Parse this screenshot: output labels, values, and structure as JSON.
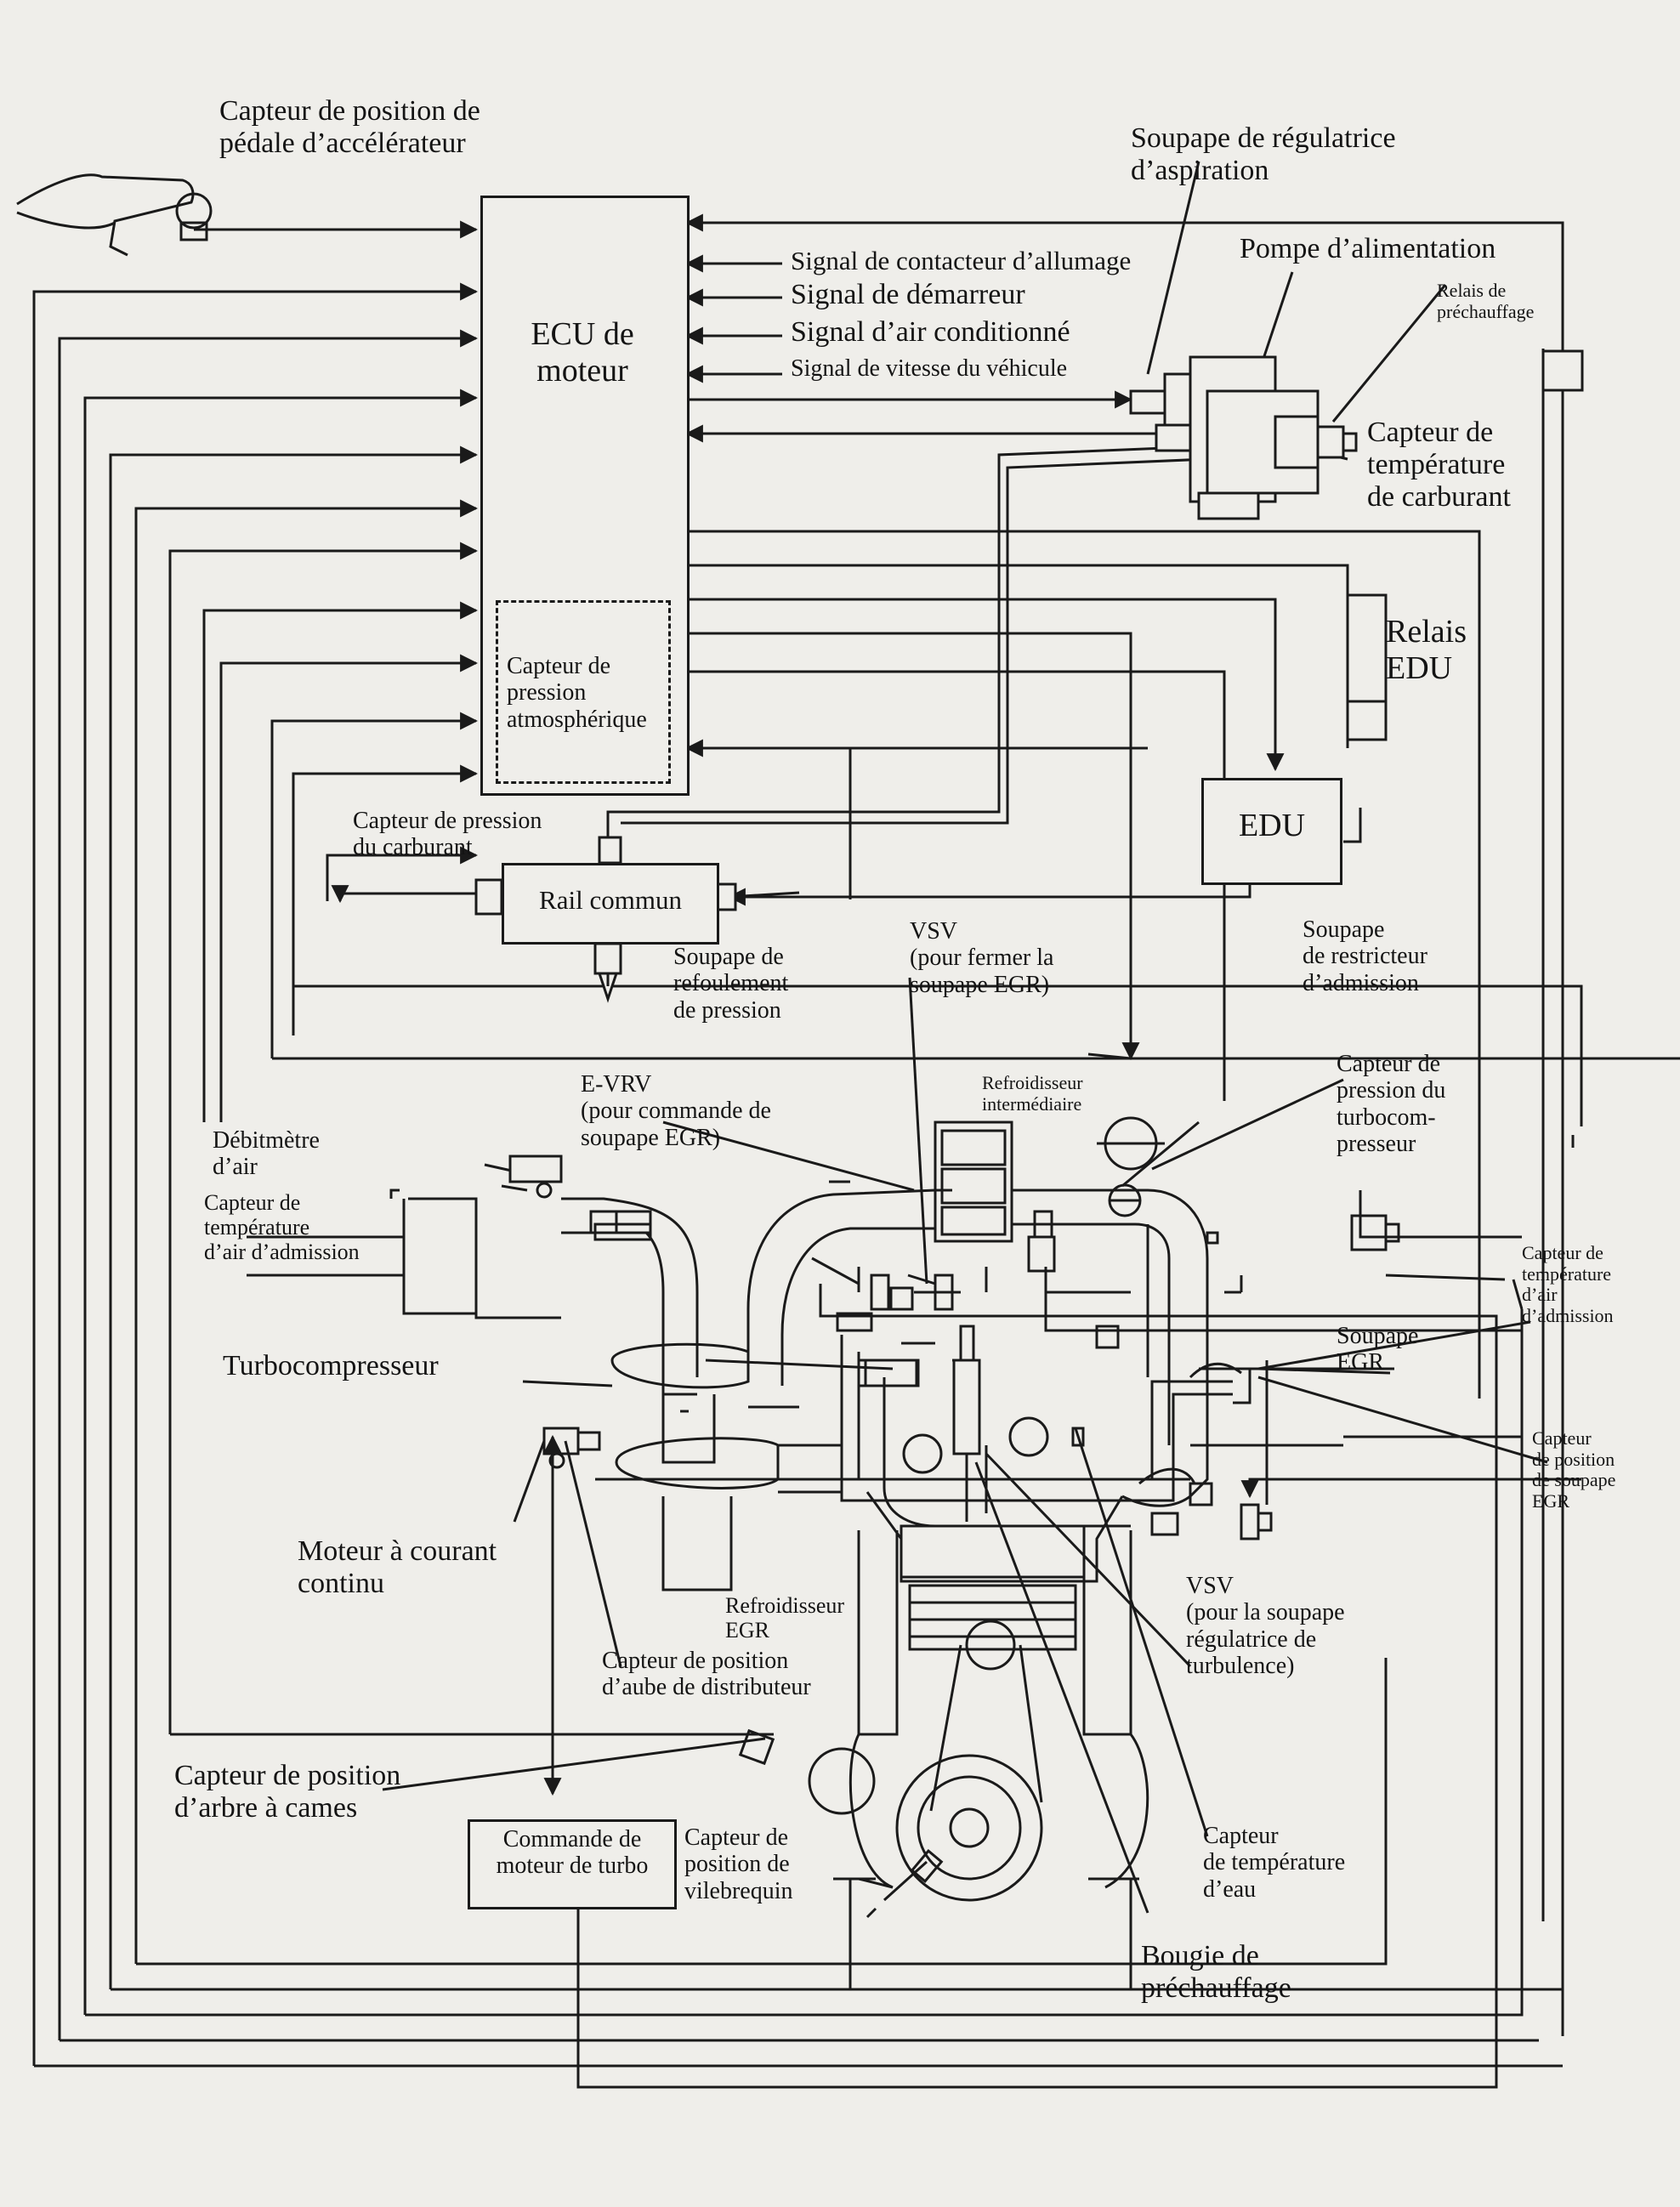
{
  "diagram": {
    "ecu": "ECU de\nmoteur",
    "atmo_sensor": "Capteur de\npression\natmosphérique",
    "pedal_sensor": "Capteur de position de\npédale d’accélérateur",
    "ignition_signal": "Signal de contacteur d’allumage",
    "starter_signal": "Signal de démarreur",
    "ac_signal": "Signal d’air conditionné",
    "speed_signal": "Signal de vitesse du véhicule",
    "suction_valve": "Soupape de régulatrice\nd’aspiration",
    "supply_pump": "Pompe d’alimentation",
    "glow_relay": "Relais de\npréchauffage",
    "fuel_temp_sensor": "Capteur de\ntempérature\nde carburant",
    "edu_relay": "Relais\nEDU",
    "edu": "EDU",
    "fuel_pressure_sensor": "Capteur de pression\ndu carburant",
    "common_rail": "Rail commun",
    "pressure_relief": "Soupape de\nrefoulement\nde pression",
    "vsv_egr": "VSV\n(pour fermer la\nsoupape EGR)",
    "intake_restrictor": "Soupape\nde restricteur\nd’admission",
    "evrv": "E-VRV\n(pour commande de\nsoupape EGR)",
    "intercooler": "Refroidisseur\nintermédiaire",
    "turbo_pressure_sensor": "Capteur de\npression du\nturbocom-\npresseur",
    "airflow_meter": "Débitmètre\nd’air",
    "intake_air_temp_left": "Capteur de\ntempérature\nd’air d’admission",
    "intake_air_temp_right": "Capteur de\ntempérature\nd’air\nd’admission",
    "turbocharger": "Turbocompresseur",
    "egr_valve": "Soupape\nEGR",
    "egr_position": "Capteur\nde position\nde soupape\nEGR",
    "dc_motor": "Moteur à courant\ncontinu",
    "egr_cooler": "Refroidisseur\nEGR",
    "nozzle_vane_sensor": "Capteur de position\nd’aube de distributeur",
    "vsv_swirl": "VSV\n(pour la soupape\nrégulatrice de\nturbulence)",
    "cam_sensor": "Capteur de position\nd’arbre à cames",
    "turbo_motor_driver": "Commande de\nmoteur de turbo",
    "crank_sensor": "Capteur de\nposition de\nvilebrequin",
    "water_temp_sensor": "Capteur\nde température\nd’eau",
    "glow_plug": "Bougie de\npréchauffage"
  }
}
